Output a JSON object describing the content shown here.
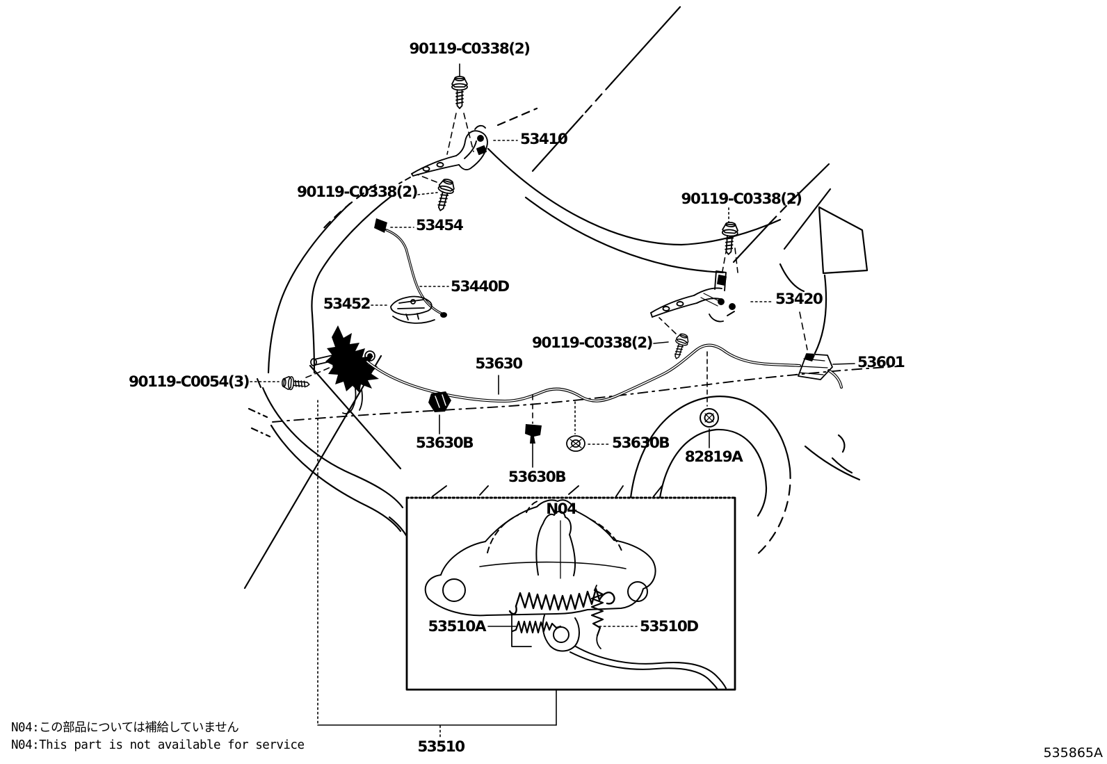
{
  "figure": {
    "code": "535865A",
    "inset": {
      "marker": "N04"
    },
    "notes": {
      "jp": "N04:この部品については補給していません",
      "en": "N04:This part is not available for service"
    },
    "colors": {
      "line": "#000000",
      "background": "#ffffff"
    },
    "parts": {
      "bolt_top": "90119-C0338(2)",
      "bolt_left": "90119-C0338(2)",
      "bolt_right": "90119-C0338(2)",
      "bolt_center": "90119-C0338(2)",
      "bolt_lock": "90119-C0054(3)",
      "hinge_lh": "53410",
      "hinge_rh": "53420",
      "rod_holder": "53454",
      "support_rod": "53440D",
      "rod_clamp": "53452",
      "lock_cable": "53630",
      "cable_clamp_1": "53630B",
      "cable_clamp_2": "53630B",
      "cable_clamp_3": "53630B",
      "cable_clip": "53601",
      "grommet": "82819A",
      "hood_lock": "53510",
      "spring_a": "53510A",
      "spring_d": "53510D"
    }
  }
}
